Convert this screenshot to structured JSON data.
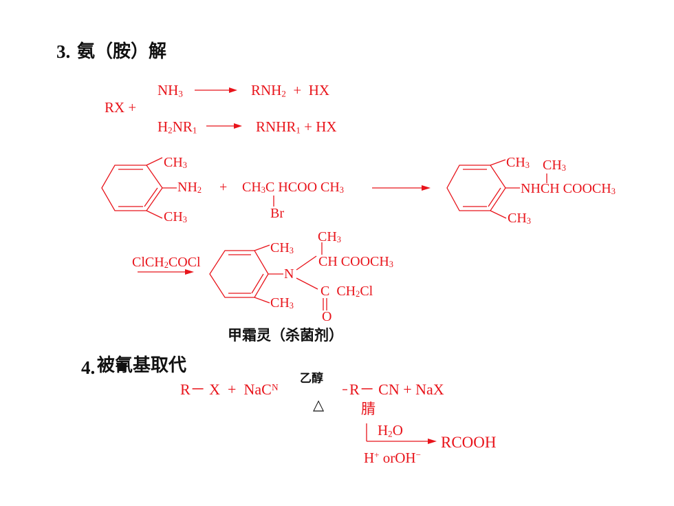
{
  "section3": {
    "number": "3.",
    "title": "氨（胺）解",
    "rx_plus": "RX +",
    "ammonia": {
      "reagent": {
        "a": "NH",
        "b": "3",
        "c": ""
      },
      "product": {
        "a": "RNH",
        "b": "2",
        "c": "  +  HX"
      }
    },
    "amine": {
      "reagent": {
        "a": "H",
        "b": "2",
        "c": "NR",
        "d": "1",
        "e": ""
      },
      "product": {
        "a": "RNHR",
        "b": "1",
        "c": " + HX"
      }
    },
    "reaction2": {
      "aniline_ch3_top": {
        "a": "CH",
        "b": "3"
      },
      "aniline_nh2": {
        "a": "NH",
        "b": "2"
      },
      "aniline_ch3_bottom": {
        "a": "CH",
        "b": "3"
      },
      "plus": "+",
      "ester": {
        "a": "CH",
        "b": "3",
        "c": "C HCOO CH",
        "d": "3"
      },
      "ester_br": "Br",
      "product_ch3_top": {
        "a": "CH",
        "b": "3"
      },
      "product_ch3_side": {
        "a": "CH",
        "b": "3"
      },
      "product_chain": {
        "a": "NHCH COOCH",
        "b": "3"
      },
      "product_ch3_bottom": {
        "a": "CH",
        "b": "3"
      }
    },
    "reaction3": {
      "reagent": {
        "a": "ClCH",
        "b": "2",
        "c": "COCl"
      },
      "ring_ch3_top": {
        "a": "CH",
        "b": "3"
      },
      "ring_ch3_bottom": {
        "a": "CH",
        "b": "3"
      },
      "n": "N",
      "branch_ch3": {
        "a": "CH",
        "b": "3"
      },
      "branch_chain": {
        "a": "CH COOCH",
        "b": "3"
      },
      "acyl": {
        "a": "C  CH",
        "b": "2",
        "c": "Cl"
      },
      "oxygen": "O"
    },
    "product_name": "甲霜灵（杀菌剂）"
  },
  "section4": {
    "number": "4.",
    "title": "被氰基取代",
    "lhs": "R－ X  +  NaC",
    "lhs_cut": "ᴺ",
    "condition_top": "乙醇",
    "condition_bottom": "△",
    "rhs": "R－ CN + NaX",
    "nitrile_label": "腈",
    "hydrolysis_reagent": {
      "a": "H",
      "b": "2",
      "c": "O"
    },
    "hydrolysis_condition": {
      "a": "H",
      "b": "+",
      "c": " orOH",
      "d": "−"
    },
    "hydrolysis_product": "RCOOH"
  }
}
